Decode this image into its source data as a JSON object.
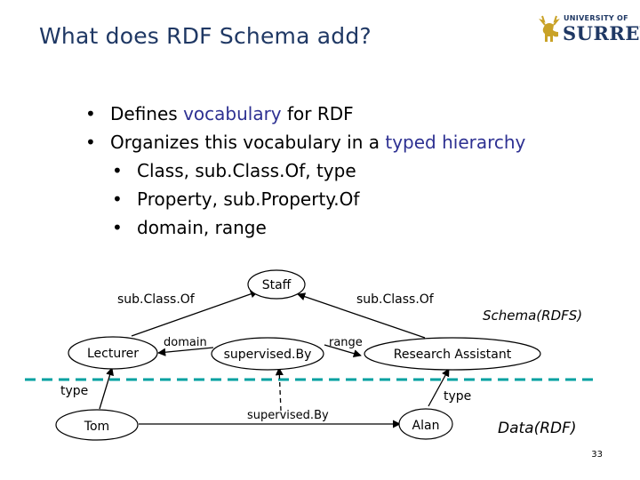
{
  "title": "What does RDF Schema add?",
  "logo": {
    "line1": "UNIVERSITY OF",
    "line2": "SURREY"
  },
  "bullets": [
    {
      "level": 1,
      "parts": [
        "Defines ",
        "vocabulary",
        " for RDF"
      ]
    },
    {
      "level": 1,
      "parts": [
        "Organizes this vocabulary in a ",
        "typed hierarchy",
        ""
      ]
    },
    {
      "level": 2,
      "text": "Class, sub.Class.Of, type"
    },
    {
      "level": 2,
      "text": "Property, sub.Property.Of"
    },
    {
      "level": 2,
      "text": "domain, range"
    }
  ],
  "diagram": {
    "nodes": {
      "staff": "Staff",
      "lecturer": "Lecturer",
      "supervised_by": "supervised.By",
      "research_assistant": "Research Assistant",
      "tom": "Tom",
      "alan": "Alan"
    },
    "edge_labels": {
      "subclass_left": "sub.Class.Of",
      "subclass_right": "sub.Class.Of",
      "domain": "domain",
      "range": "range",
      "type_left": "type",
      "type_right": "type",
      "supervised_by_instance": "supervised.By"
    },
    "layer_labels": {
      "schema": "Schema(RDFS)",
      "data": "Data(RDF)"
    },
    "colors": {
      "separator": "#00a0a0",
      "stroke": "#000000"
    }
  },
  "page_number": "33"
}
